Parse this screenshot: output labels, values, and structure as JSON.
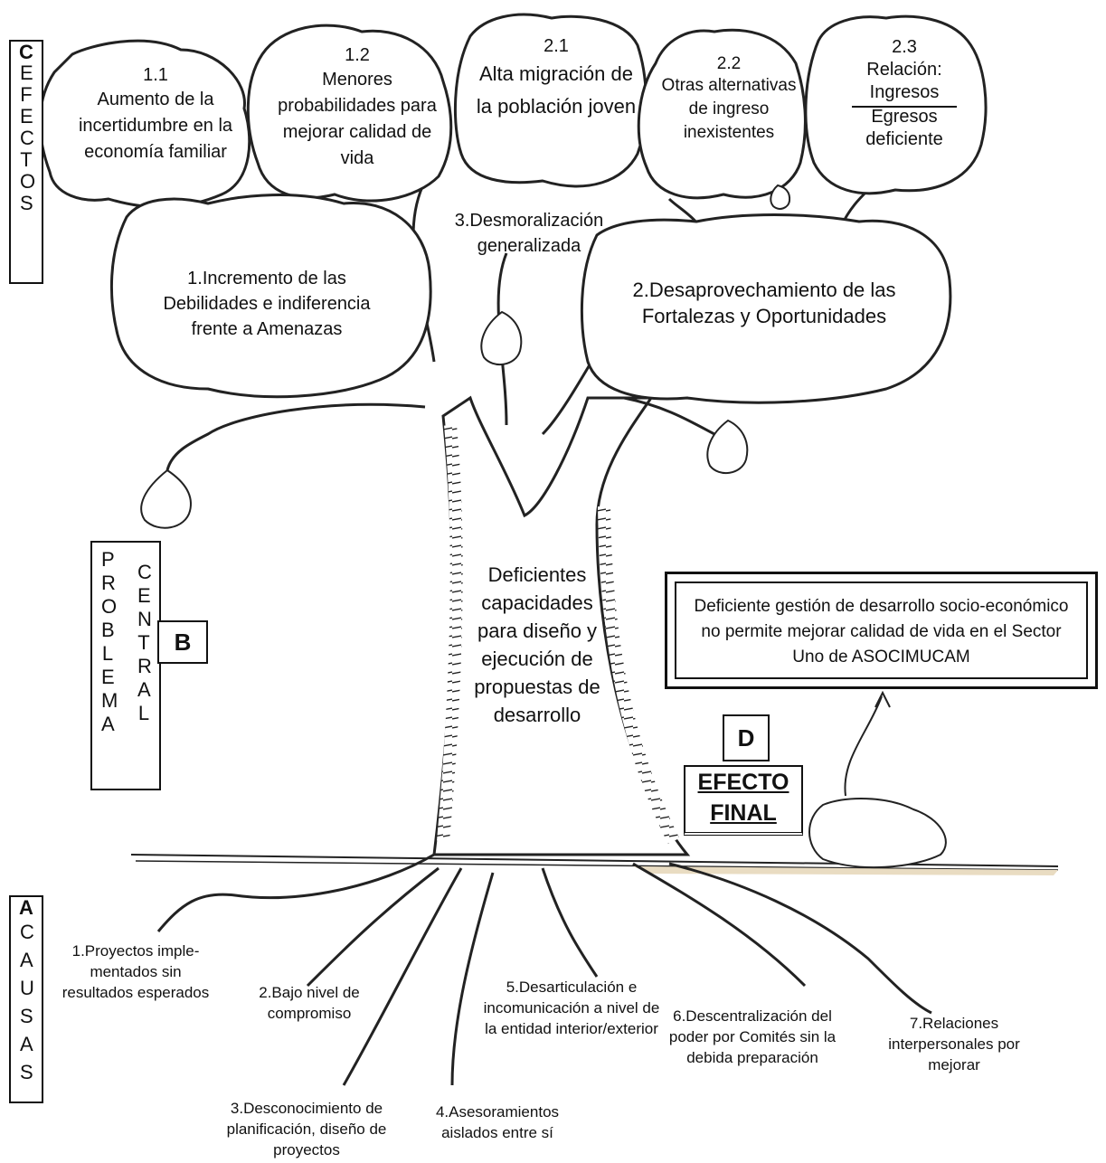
{
  "side_labels": {
    "efectos_letter": "C",
    "efectos_word": "EFECTOS",
    "problema_word": "PROBLEMA",
    "central_word": "CENTRAL",
    "problema_letter": "B",
    "causas_letter": "A",
    "causas_word": "CAUSAS",
    "efecto_final_letter": "D",
    "efecto_final_line1": "EFECTO",
    "efecto_final_line2": "FINAL"
  },
  "effects_top": [
    {
      "num": "1.1",
      "text": "Aumento de la incertidumbre en la economía familiar"
    },
    {
      "num": "1.2",
      "text": "Menores probabilidades para mejorar calidad de vida"
    },
    {
      "num": "2.1",
      "text": "Alta migración de la población joven"
    },
    {
      "num": "2.2",
      "text": "Otras alternativas de ingreso inexistentes"
    },
    {
      "num": "2.3",
      "text_top": "Relación:",
      "numerator": "Ingresos",
      "denominator": "Egresos",
      "text_bottom": "deficiente"
    }
  ],
  "effects_main": {
    "e1": "1.Incremento de las Debilidades e indiferencia frente a Amenazas",
    "e2": "2.Desaprovechamiento de las Fortalezas y Oportunidades",
    "e3": "3.Desmoralización generalizada"
  },
  "central_problem": "Deficientes capacidades para diseño y ejecución de propuestas de desarrollo",
  "final_effect": "Deficiente gestión de desarrollo socio-económico no permite mejorar calidad de vida en el Sector Uno de ASOCIMUCAM",
  "causes": [
    "1.Proyectos imple-mentados sin resultados esperados",
    "2.Bajo nivel de compromiso",
    "3.Desconocimiento de planificación, diseño  de proyectos",
    "4.Asesoramientos aislados entre sí",
    "5.Desarticulación e incomunicación a nivel de la entidad interior/exterior",
    "6.Descentralización del poder por Comités sin la debida preparación",
    "7.Relaciones interpersonales por mejorar"
  ]
}
